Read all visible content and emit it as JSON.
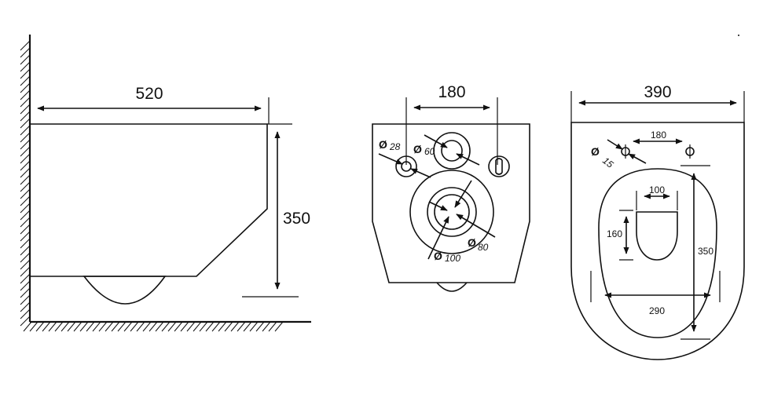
{
  "side_view": {
    "width_label": "520",
    "height_label": "350"
  },
  "rear_view": {
    "spacing_label": "180",
    "phi_symbol": "Ø",
    "d28_label": "28",
    "d60_label": "60",
    "d80_label": "80",
    "d100_label": "100"
  },
  "top_view": {
    "width_label": "390",
    "bolt_spacing_label": "180",
    "phi_symbol": "Ø",
    "d15_label": "15",
    "opening_width_label": "100",
    "opening_height_label": "160",
    "seat_width_label": "290",
    "seat_length_label": "350"
  }
}
